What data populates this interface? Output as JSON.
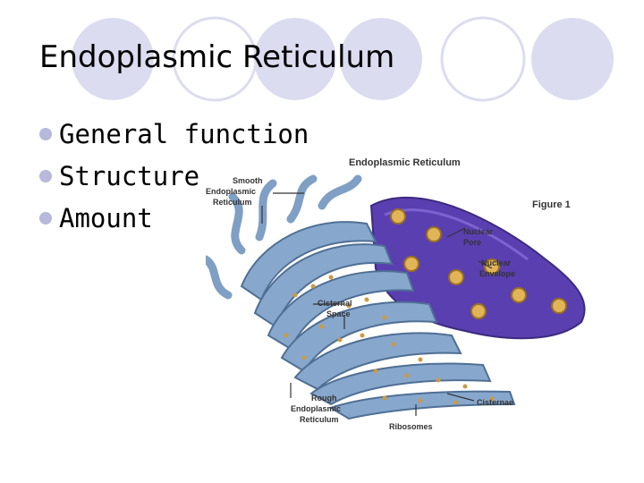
{
  "slide": {
    "title": "Endoplasmic Reticulum",
    "bullets": [
      "General function",
      "Structure",
      "Amount"
    ]
  },
  "figure": {
    "heading": "Endoplasmic Reticulum",
    "figure_label": "Figure 1",
    "labels": {
      "smooth_er": [
        "Smooth",
        "Endoplasmic",
        "Reticulum"
      ],
      "nuclear_pore": [
        "Nuclear",
        "Pore"
      ],
      "nuclear_envelope": [
        "Nuclear",
        "Envelope"
      ],
      "cisternal_space": [
        "Cisternal",
        "Space"
      ],
      "rough_er": [
        "Rough",
        "Endoplasmic",
        "Reticulum"
      ],
      "cisternae": "Cisternae",
      "ribosomes": "Ribosomes"
    }
  },
  "colors": {
    "circle": "#dcdcf0",
    "bullet": "#b8b8dc",
    "er_blue": "#7f9fc4",
    "er_dark": "#4f6f95",
    "nucleus": "#5a3fb0",
    "ribosome": "#c99a46"
  }
}
